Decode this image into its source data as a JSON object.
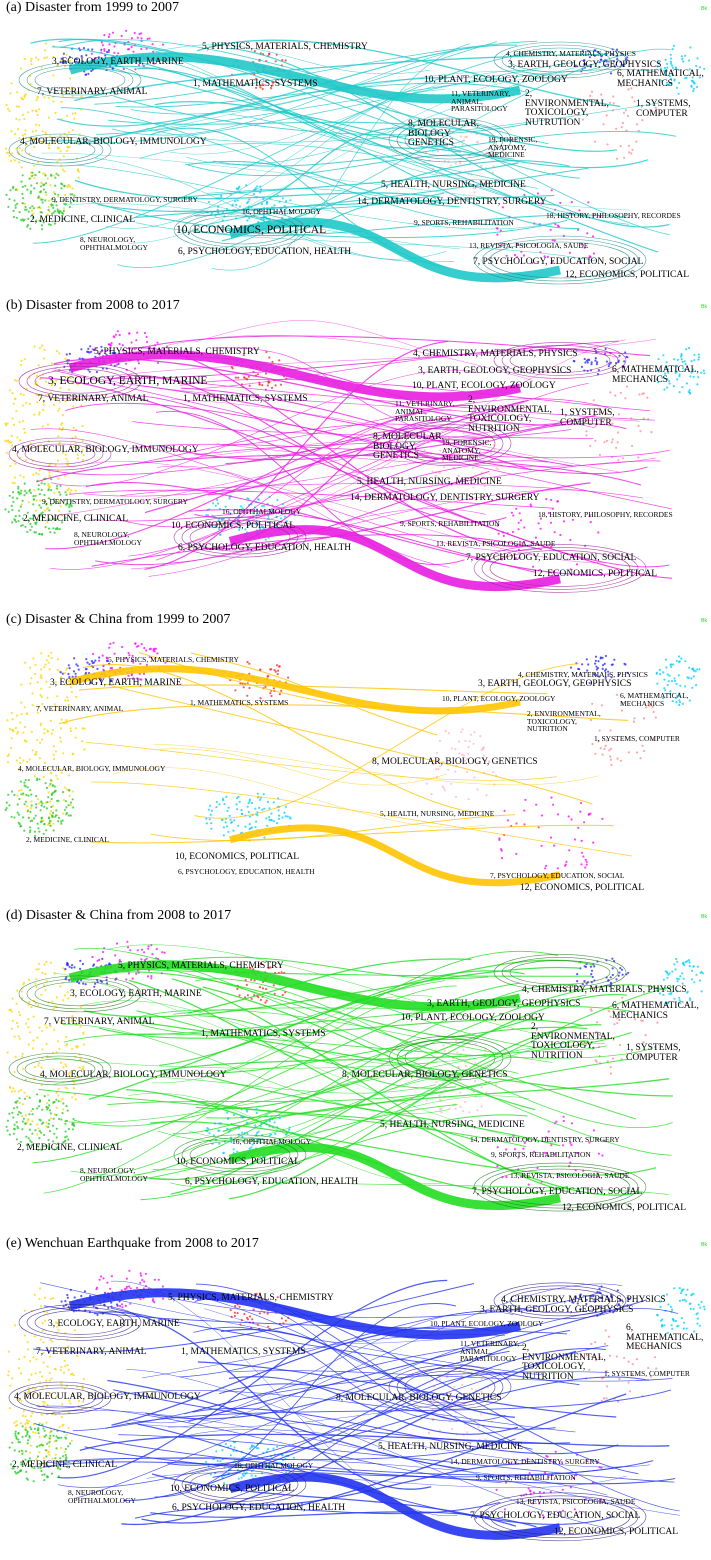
{
  "panels": [
    {
      "title": "(a) Disaster from 1999 to 2007",
      "theme": "#1fc8c8",
      "corner": "Bk",
      "labels": [
        "3, ECOLOGY, EARTH, MARINE",
        "5, PHYSICS, MATERIALS, CHEMISTRY",
        "1, MATHEMATICS, SYSTEMS",
        "7, VETERINARY, ANIMAL",
        "4, MOLECULAR, BIOLOGY, IMMUNOLOGY",
        "9, DENTISTRY, DERMATOLOGY, SURGERY",
        "2, MEDICINE, CLINICAL",
        "8, NEUROLOGY, OPHTHALMOLOGY",
        "16, OPHTHALMOLOGY",
        "10, ECONOMICS, POLITICAL",
        "6, PSYCHOLOGY, EDUCATION, HEALTH",
        "4, CHEMISTRY, MATERIALS, PHYSICS",
        "3, EARTH, GEOLOGY, GEOPHYSICS",
        "6, MATHEMATICAL, MECHANICS",
        "10, PLANT, ECOLOGY, ZOOLOGY",
        "11, VETERINARY, ANIMAL, PARASITOLOGY",
        "2, ENVIRONMENTAL, TOXICOLOGY, NUTRUTION",
        "1, SYSTEMS, COMPUTER",
        "8, MOLECULAR, BIOLOGY GENETICS",
        "19, FORENSIC, ANATOMY, MEDICINE",
        "5, HEALTH, NURSING, MEDICINE",
        "14, DERMATOLOGY, DENTISTRY, SURGERY",
        "18, HISTORY, PHILOSOPHY, RECORDES",
        "9, SPORTS, REHABILITATION",
        "13, REVISTA, PSICOLOGIA, SAUDE",
        "7, PSYCHOLOGY, EDUCATION, SOCIAL",
        "12, ECONOMICS, POLITICAL"
      ]
    },
    {
      "title": "(b) Disaster from 2008 to 2017",
      "theme": "#e81ee0",
      "corner": "Bk",
      "labels": [
        "5, PHYSICS, MATERIALS, CHEMISTRY",
        "3, ECOLOGY, EARTH, MARINE",
        "7, VETERINARY, ANIMAL",
        "1, MATHEMATICS, SYSTEMS",
        "4, MOLECULAR, BIOLOGY, IMMUNOLOGY",
        "9, DENTISTRY, DERMATOLOGY, SURGERY",
        "2, MEDICINE, CLINICAL",
        "8, NEUROLOGY, OPHTHALMOLOGY",
        "16, OPHTHALMOLOGY",
        "10, ECONOMICS, POLITICAL",
        "6, PSYCHOLOGY, EDUCATION, HEALTH",
        "4, CHEMISTRY, MATERIALS, PHYSICS",
        "3, EARTH, GEOLOGY, GEOPHYSICS",
        "10, PLANT, ECOLOGY, ZOOLOGY",
        "6, MATHEMATICAL, MECHANICS",
        "11, VETERINARY, ANIMAL, PARASITOLOGY",
        "2, ENVIRONMENTAL, TOXICOLOGY, NUTRITION",
        "1, SYSTEMS, COMPUTER",
        "8, MOLECULAR, BIOLOGY, GENETICS",
        "19, FORENSIC, ANATOMY, MEDICINE",
        "5, HEALTH, NURSING, MEDICINE",
        "14, DERMATOLOGY, DENTISTRY, SURGERY",
        "18, HISTORY, PHILOSOPHY, RECORDES",
        "9, SPORTS, REHABILITATION",
        "13, REVISTA, PSICOLOGIA, SAUDE",
        "7, PSYCHOLOGY, EDUCATION, SOCIAL",
        "12, ECONOMICS, POLITICAL"
      ]
    },
    {
      "title": "(c) Disaster & China from 1999 to 2007",
      "theme": "#ffc400",
      "corner": "Bk",
      "labels": [
        "5, PHYSICS, MATERIALS, CHEMISTRY",
        "3, ECOLOGY, EARTH, MARINE",
        "7, VETERINARY, ANIMAL",
        "1, MATHEMATICS, SYSTEMS",
        "4, MOLECULAR, BIOLOGY, IMMUNOLOGY",
        "2, MEDICINE, CLINICAL",
        "10, ECONOMICS, POLITICAL",
        "6, PSYCHOLOGY, EDUCATION, HEALTH",
        "4, CHEMISTRY, MATERIALS, PHYSICS",
        "3, EARTH, GEOLOGY, GEOPHYSICS",
        "10, PLANT, ECOLOGY, ZOOLOGY",
        "6, MATHEMATICAL, MECHANICS",
        "2, ENVIRONMENTAL, TOXICOLOGY, NUTRITION",
        "1, SYSTEMS, COMPUTER",
        "8, MOLECULAR, BIOLOGY, GENETICS",
        "5, HEALTH, NURSING, MEDICINE",
        "7, PSYCHOLOGY, EDUCATION, SOCIAL",
        "12, ECONOMICS, POLITICAL"
      ]
    },
    {
      "title": "(d) Disaster & China from  2008 to 2017",
      "theme": "#22dd22",
      "corner": "Bk",
      "labels": [
        "5, PHYSICS, MATERIALS, CHEMISTRY",
        "3, ECOLOGY, EARTH, MARINE",
        "7, VETERINARY, ANIMAL",
        "1, MATHEMATICS, SYSTEMS",
        "4, MOLECULAR, BIOLOGY, IMMUNOLOGY",
        "2, MEDICINE, CLINICAL",
        "8, NEUROLOGY, OPHTHALMOLOGY",
        "16, OPHTHALMOLOGY",
        "10, ECONOMICS, POLITICAL",
        "6, PSYCHOLOGY, EDUCATION, HEALTH",
        "4, CHEMISTRY, MATERIALS, PHYSICS",
        "3, EARTH, GEOLOGY, GEOPHYSICS",
        "10, PLANT, ECOLOGY, ZOOLOGY",
        "6, MATHEMATICAL, MECHANICS",
        "2, ENVIRONMENTAL, TOXICOLOGY, NUTRITION",
        "1, SYSTEMS, COMPUTER",
        "8, MOLECULAR, BIOLOGY, GENETICS",
        "5, HEALTH, NURSING, MEDICINE",
        "14, DERMATOLOGY, DENTISTRY, SURGERY",
        "9, SPORTS, REHABILITATION",
        "13, REVISTA, PSICOLOGIA, SAUDE",
        "7, PSYCHOLOGY, EDUCATION, SOCIAL",
        "12, ECONOMICS, POLITICAL"
      ]
    },
    {
      "title": "(e) Wenchuan Earthquake from  2008 to 2017",
      "theme": "#2233ee",
      "corner": "Bk",
      "labels": [
        "5, PHYSICS, MATERIALS, CHEMISTRY",
        "3, ECOLOGY, EARTH, MARINE",
        "7, VETERINARY, ANIMAL",
        "1, MATHEMATICS, SYSTEMS",
        "4, MOLECULAR, BIOLOGY, IMMUNOLOGY",
        "2, MEDICINE, CLINICAL",
        "8, NEUROLOGY, OPHTHALMOLOGY",
        "16, OPHTHALMOLOGY",
        "10, ECONOMICS, POLITICAL",
        "6, PSYCHOLOGY, EDUCATION, HEALTH",
        "4, CHEMISTRY, MATERIALS, PHYSICS",
        "3, EARTH, GEOLOGY, GEOPHYSICS",
        "10, PLANT, ECOLOGY, ZOOLOGY",
        "6, MATHEMATICAL, MECHANICS",
        "11, VETERINARY, ANIMAL, PARASITOLOGY",
        "2, ENVIRONMENTAL, TOXICOLOGY, NUTRITION",
        "1, SYSTEMS, COMPUTER",
        "8, MOLECULAR, BIOLOGY, GENETICS",
        "5, HEALTH, NURSING, MEDICINE",
        "14, DERMATOLOGY, DENTISTRY, SURGERY",
        "9, SPORTS, REHABILITATION",
        "13, REVISTA, PSICOLOGIA, SAUDE",
        "7, PSYCHOLOGY, EDUCATION, SOCIAL",
        "12, ECONOMICS, POLITICAL"
      ]
    }
  ]
}
